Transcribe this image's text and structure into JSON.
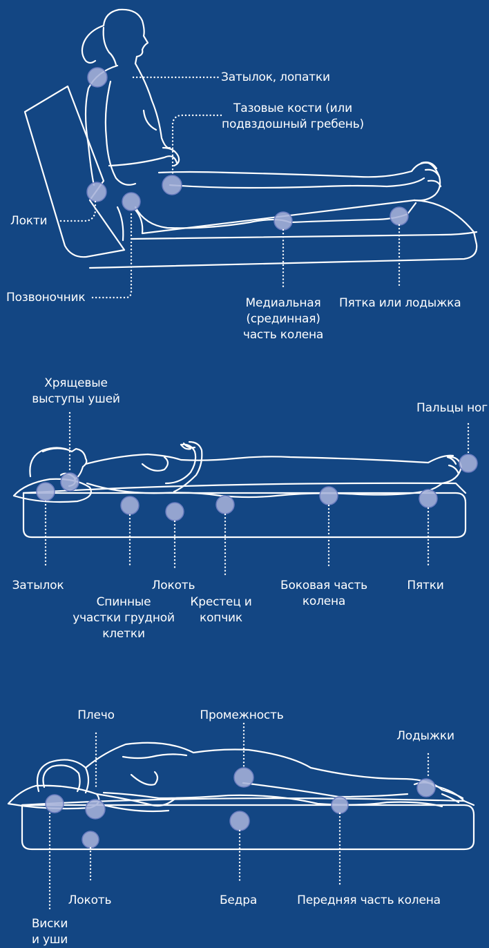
{
  "colors": {
    "background": "#134683",
    "line": "#ffffff",
    "marker": "#a6b2da"
  },
  "panels": {
    "sitting": {
      "labels": {
        "occiput_scapulae": "Затылок, лопатки",
        "pelvic_bones": [
          "Тазовые кости (или",
          "подвздошный гребень)"
        ],
        "elbows": "Локти",
        "spine": "Позвоночник",
        "medial_knee": [
          "Медиальная",
          "(срединная)",
          "часть колена"
        ],
        "heel_ankle": "Пятка или лодыжка"
      }
    },
    "supine": {
      "labels": {
        "ear_cartilage": [
          "Хрящевые",
          "выступы ушей"
        ],
        "toes": "Пальцы ног",
        "occiput": "Затылок",
        "thorax": [
          "Спинные",
          "участки грудной",
          "клетки"
        ],
        "elbow": "Локоть",
        "sacrum": [
          "Крестец и",
          "копчик"
        ],
        "lateral_knee": [
          "Боковая часть",
          "колена"
        ],
        "heels": "Пятки"
      }
    },
    "side": {
      "labels": {
        "shoulder": "Плечо",
        "perineum": "Промежность",
        "ankles": "Лодыжки",
        "elbow": "Локоть",
        "hips": "Бедра",
        "front_knee": "Передняя часть колена",
        "temples_ears": [
          "Виски",
          "и уши"
        ]
      }
    }
  }
}
